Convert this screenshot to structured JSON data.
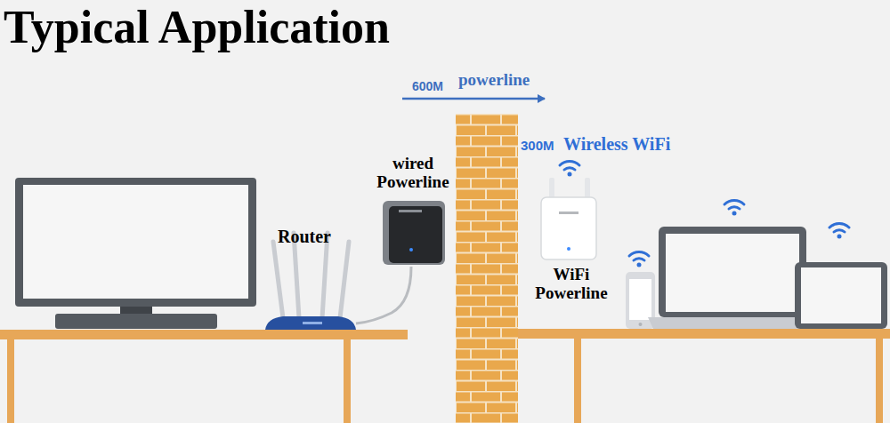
{
  "diagram": {
    "title": "Typical Application",
    "labels": [
      "600M",
      "powerline",
      "300M",
      "Wireless WiFi",
      "wired Powerline",
      "Router",
      "WiFi Powerline"
    ]
  }
}
